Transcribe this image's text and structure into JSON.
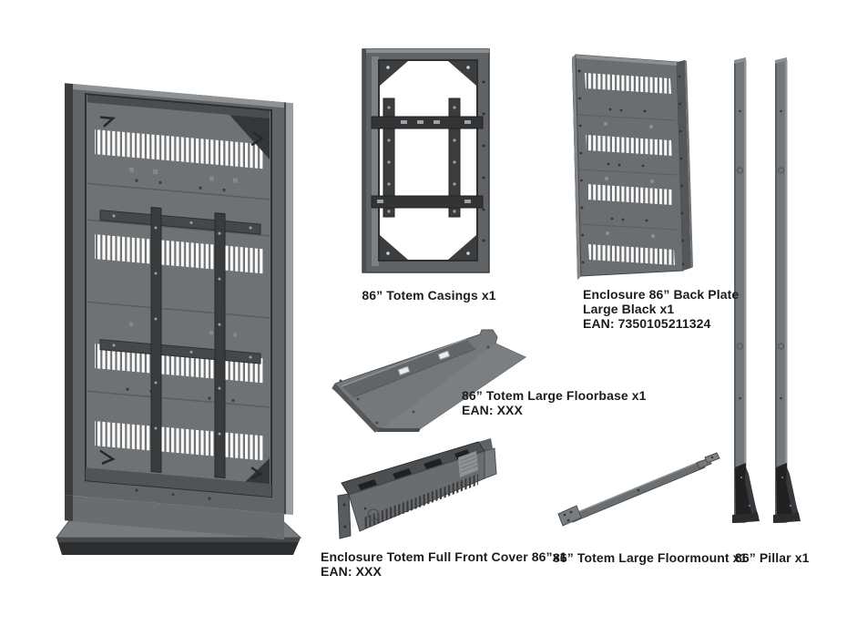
{
  "page": {
    "background": "#ffffff",
    "description_type": "product-parts-overview"
  },
  "colors": {
    "panel_gray": "#6f7274",
    "panel_gray_light": "#7d8082",
    "frame_gray": "#5f6264",
    "detail_dark": "#3b3d3f",
    "foot_black": "#1f2123",
    "slot_white": "#fbfbfb",
    "text": "#1c1c1c"
  },
  "parts": {
    "totem": {
      "name": "assembled 86 inch totem enclosure"
    },
    "casings": {
      "label": "86” Totem Casings x1"
    },
    "back_plate": {
      "label_line1": "Enclosure 86” Back Plate",
      "label_line2": "Large Black x1",
      "label_line3": "EAN: 7350105211324"
    },
    "floorbase": {
      "label_line1": "86” Totem Large Floorbase x1",
      "label_line2": "EAN: XXX"
    },
    "front_cover": {
      "label_line1": "Enclosure Totem Full Front Cover 86”x1",
      "label_line2": "EAN: XXX"
    },
    "floormount": {
      "label": "86” Totem Large Floormount x1"
    },
    "pillar": {
      "label": "86” Pillar x1"
    }
  }
}
